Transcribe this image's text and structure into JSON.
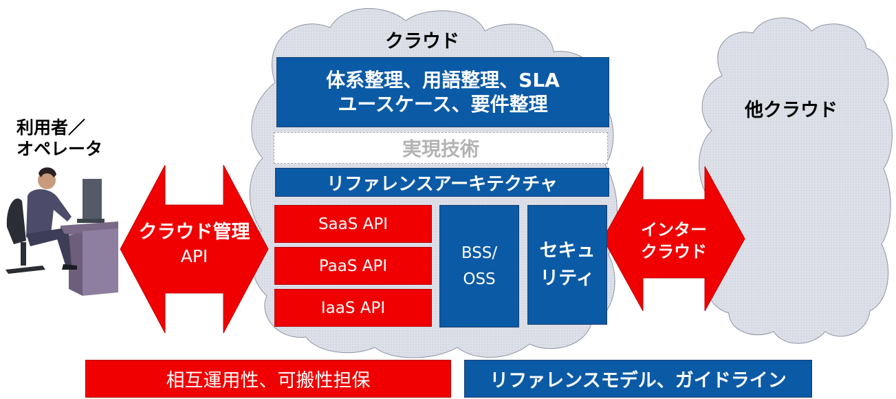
{
  "cloud": {
    "label": "クラウド"
  },
  "other_cloud": {
    "label": "他クラウド"
  },
  "user": {
    "line1": "利用者／",
    "line2": "オペレータ"
  },
  "top_box": {
    "line1": "体系整理、用語整理、SLA",
    "line2": "ユースケース、要件整理"
  },
  "realization": {
    "label": "実現技術"
  },
  "ref_arch": {
    "label": "リファレンスアーキテクチャ"
  },
  "apis": {
    "saas": "SaaS API",
    "paas": "PaaS API",
    "iaas": "IaaS API"
  },
  "bss": {
    "line1": "BSS/",
    "line2": "OSS"
  },
  "security": {
    "line1": "セキュ",
    "line2": "リティ"
  },
  "mgmt_arrow": {
    "line1": "クラウド管理",
    "line2": "API"
  },
  "inter_arrow": {
    "line1": "インター",
    "line2": "クラウド"
  },
  "bottom_left": {
    "label": "相互運用性、可搬性担保"
  },
  "bottom_right": {
    "label": "リファレンスモデル、ガイドライン"
  },
  "colors": {
    "blue": "#0b5aa6",
    "red": "#f00000",
    "cloud": "#d8dbe4"
  }
}
